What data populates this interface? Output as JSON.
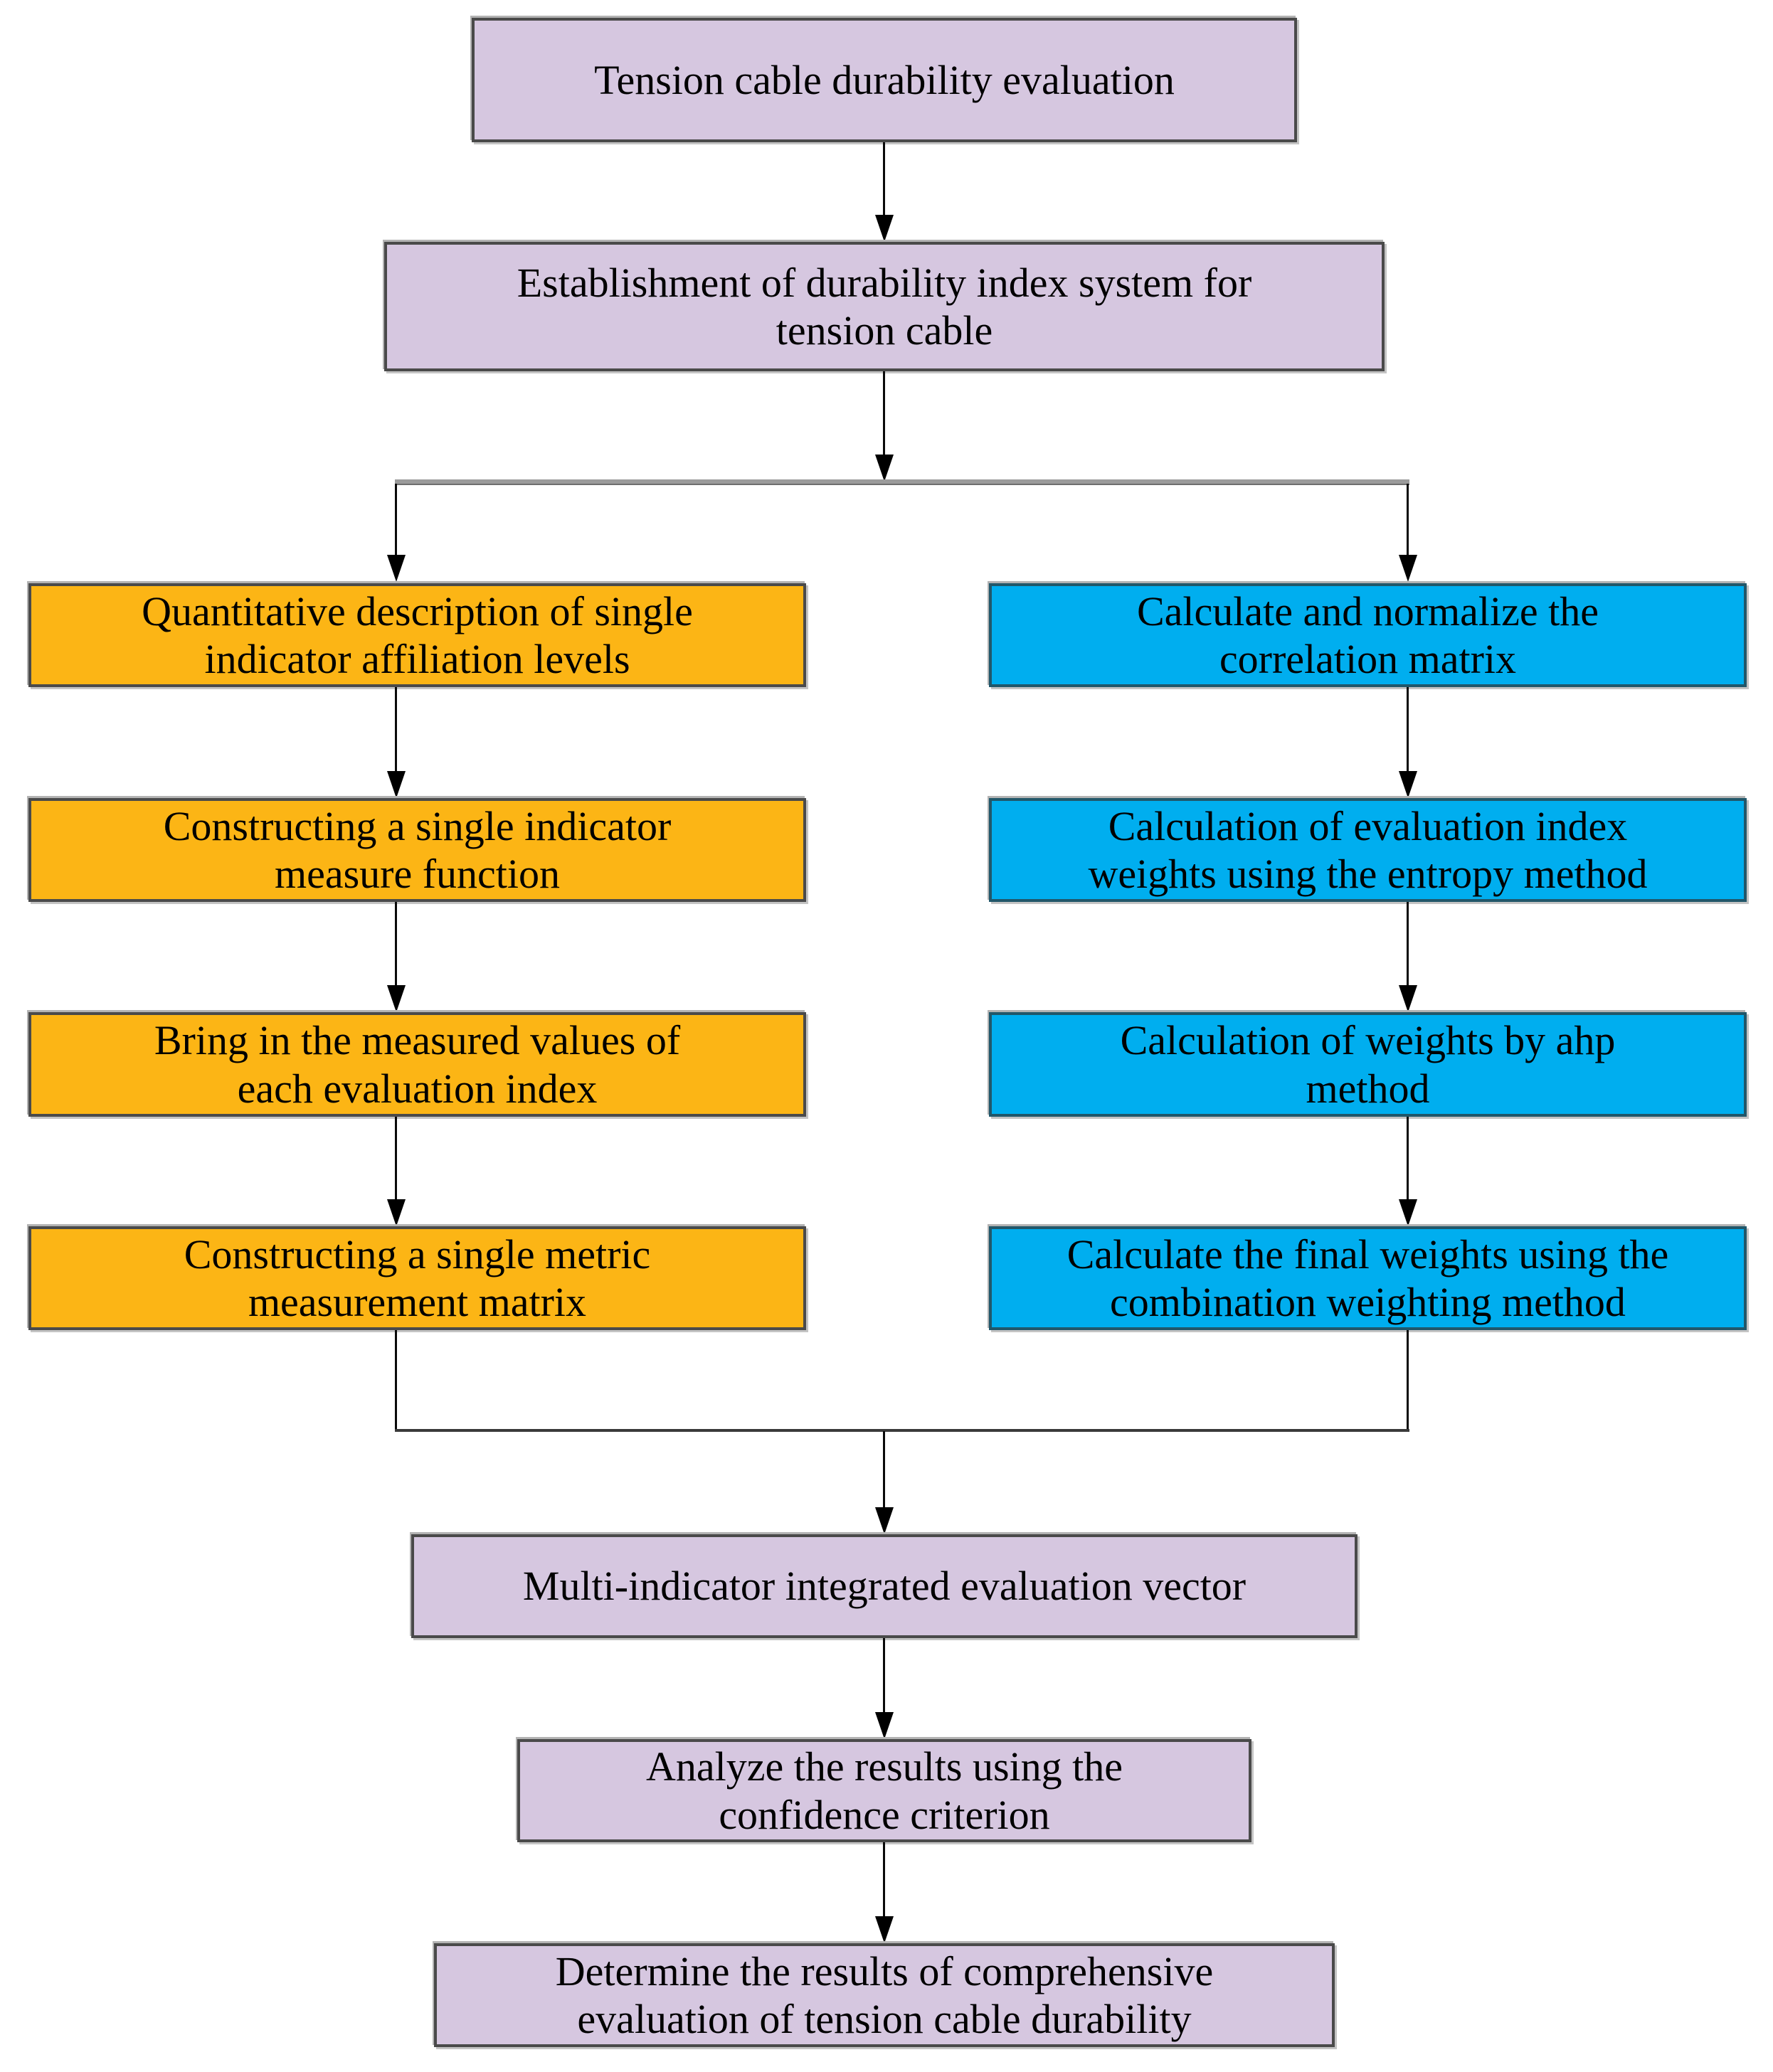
{
  "diagram": {
    "title": "Tension cable durability evaluation flowchart",
    "colors": {
      "lavender_fill": "#d6c7e0",
      "orange_fill": "#fcb515",
      "blue_fill": "#00aeef",
      "box_border_dark": "#4a4a4a",
      "blue_box_border": "#21576a",
      "connector_line": "#000000",
      "background": "#ffffff"
    },
    "nodes": {
      "n1": {
        "label": "Tension cable durability evaluation"
      },
      "n2": {
        "label": [
          "Establishment of durability index system for",
          "tension cable"
        ]
      },
      "l1": {
        "label": [
          "Quantitative description of single",
          "indicator affiliation levels"
        ]
      },
      "l2": {
        "label": [
          "Constructing a single indicator",
          "measure function"
        ]
      },
      "l3": {
        "label": [
          "Bring in the measured values of",
          "each evaluation index"
        ]
      },
      "l4": {
        "label": [
          "Constructing a single metric",
          "measurement matrix"
        ]
      },
      "r1": {
        "label": [
          "Calculate and normalize the",
          "correlation matrix"
        ]
      },
      "r2": {
        "label": [
          "Calculation of evaluation index",
          "weights using the entropy method"
        ]
      },
      "r3": {
        "label": [
          "Calculation of weights by ahp",
          "method"
        ]
      },
      "r4": {
        "label": [
          "Calculate the final weights using the",
          "combination weighting method"
        ]
      },
      "n3": {
        "label": "Multi-indicator integrated evaluation vector"
      },
      "n4": {
        "label": [
          "Analyze the results using the",
          "confidence criterion"
        ]
      },
      "n5": {
        "label": [
          "Determine the results of comprehensive",
          "evaluation of tension cable durability"
        ]
      }
    }
  }
}
